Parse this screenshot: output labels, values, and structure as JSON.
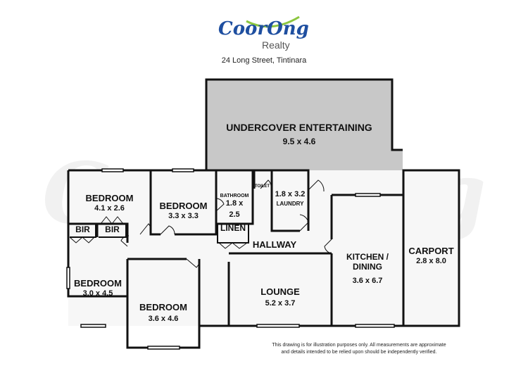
{
  "header": {
    "logo_text": "CoorOng",
    "logo_subtext": "Realty",
    "address": "24 Long Street, Tintinara"
  },
  "watermark": {
    "text": "CoorOng",
    "subtext": "Realty"
  },
  "colors": {
    "logo_blue": "#1f4fa0",
    "logo_green": "#8cc63f",
    "wall": "#111111",
    "undercover_fill": "#c8c8c8",
    "room_fill": "#f7f7f7"
  },
  "rooms": [
    {
      "id": "undercover",
      "name": "UNDERCOVER ENTERTAINING",
      "dims": "9.5 x 4.6"
    },
    {
      "id": "bedroom1",
      "name": "BEDROOM",
      "dims": "4.1 x 2.6"
    },
    {
      "id": "bedroom2",
      "name": "BEDROOM",
      "dims": "3.3 x 3.3"
    },
    {
      "id": "bathroom",
      "name": "BATHROOM",
      "dims": "1.8 x 2.5"
    },
    {
      "id": "toilet",
      "name": "TOILET",
      "dims": ""
    },
    {
      "id": "laundry",
      "name": "LAUNDRY",
      "dims": "1.8 x 3.2"
    },
    {
      "id": "bir1",
      "name": "BIR",
      "dims": ""
    },
    {
      "id": "bir2",
      "name": "BIR",
      "dims": ""
    },
    {
      "id": "linen",
      "name": "LINEN",
      "dims": ""
    },
    {
      "id": "hallway",
      "name": "HALLWAY",
      "dims": ""
    },
    {
      "id": "bedroom3",
      "name": "BEDROOM",
      "dims": "3.0 x 4.5"
    },
    {
      "id": "bedroom4",
      "name": "BEDROOM",
      "dims": "3.6 x 4.6"
    },
    {
      "id": "lounge",
      "name": "LOUNGE",
      "dims": "5.2 x 3.7"
    },
    {
      "id": "kitchen",
      "name": "KITCHEN / DINING",
      "dims": "3.6 x 6.7"
    },
    {
      "id": "carport",
      "name": "CARPORT",
      "dims": "2.8 x 8.0"
    }
  ],
  "labels": {
    "bathroom_line1": "1.8 x",
    "bathroom_line2": "2.5",
    "kitchen_line1": "KITCHEN /",
    "kitchen_line2": "DINING"
  },
  "disclaimer": {
    "line1": "This drawing is for illustration purposes only. All measurements are approximate",
    "line2": "and details intended to be relied upon should be independently verified."
  }
}
